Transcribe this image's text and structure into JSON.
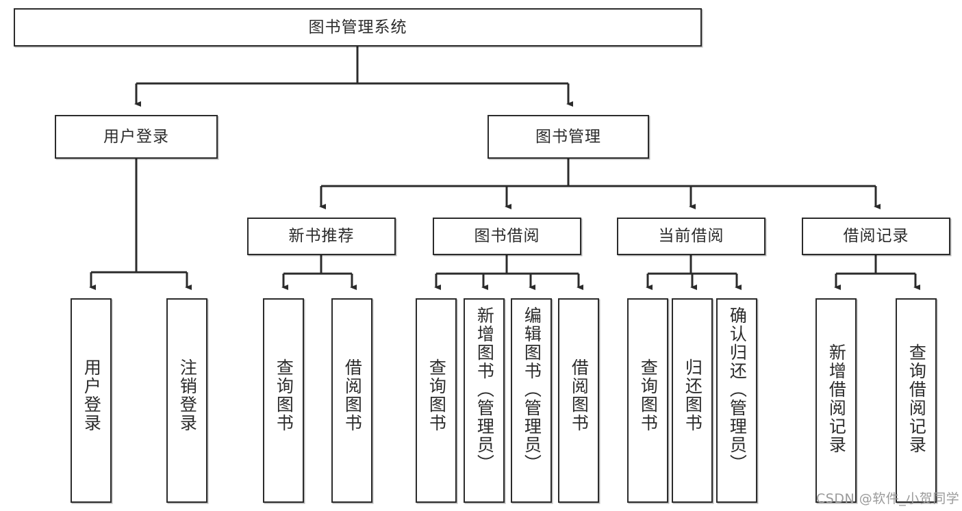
{
  "diagram": {
    "title": "图书管理系统",
    "type": "tree-hierarchy-diagram",
    "colors": {
      "box_border": "#2b2b2b",
      "box_fill": "#ffffff",
      "connector": "#2b2b2b",
      "watermark": "#9a9a9a",
      "background": "#ffffff"
    },
    "root": {
      "id": "root",
      "label": "图书管理系统",
      "orientation": "horizontal"
    },
    "level1": [
      {
        "id": "user-login",
        "label": "用户登录",
        "orientation": "horizontal"
      },
      {
        "id": "book-management",
        "label": "图书管理",
        "orientation": "horizontal"
      }
    ],
    "level2": [
      {
        "id": "new-book-recommend",
        "label": "新书推荐",
        "orientation": "horizontal",
        "parent": "book-management"
      },
      {
        "id": "book-borrow",
        "label": "图书借阅",
        "orientation": "horizontal",
        "parent": "book-management"
      },
      {
        "id": "current-borrow",
        "label": "当前借阅",
        "orientation": "horizontal",
        "parent": "book-management"
      },
      {
        "id": "borrow-record",
        "label": "借阅记录",
        "orientation": "horizontal",
        "parent": "book-management"
      }
    ],
    "leaves": [
      {
        "id": "leaf-user-login",
        "label": "用户登录",
        "parent": "user-login",
        "orientation": "vertical"
      },
      {
        "id": "leaf-user-logout",
        "label": "注销登录",
        "parent": "user-login",
        "orientation": "vertical"
      },
      {
        "id": "leaf-query-book-1",
        "label": "查询图书",
        "parent": "new-book-recommend",
        "orientation": "vertical"
      },
      {
        "id": "leaf-borrow-book-1",
        "label": "借阅图书",
        "parent": "new-book-recommend",
        "orientation": "vertical"
      },
      {
        "id": "leaf-query-book-2",
        "label": "查询图书",
        "parent": "book-borrow",
        "orientation": "vertical"
      },
      {
        "id": "leaf-add-book",
        "label": "新增图书（管理员）",
        "parent": "book-borrow",
        "orientation": "vertical"
      },
      {
        "id": "leaf-edit-book",
        "label": "编辑图书（管理员）",
        "parent": "book-borrow",
        "orientation": "vertical"
      },
      {
        "id": "leaf-borrow-book-2",
        "label": "借阅图书",
        "parent": "book-borrow",
        "orientation": "vertical"
      },
      {
        "id": "leaf-query-book-3",
        "label": "查询图书",
        "parent": "current-borrow",
        "orientation": "vertical"
      },
      {
        "id": "leaf-return-book",
        "label": "归还图书",
        "parent": "current-borrow",
        "orientation": "vertical"
      },
      {
        "id": "leaf-confirm-return",
        "label": "确认归还（管理员）",
        "parent": "current-borrow",
        "orientation": "vertical"
      },
      {
        "id": "leaf-add-record",
        "label": "新增借阅记录",
        "parent": "borrow-record",
        "orientation": "vertical"
      },
      {
        "id": "leaf-query-record",
        "label": "查询借阅记录",
        "parent": "borrow-record",
        "orientation": "vertical"
      }
    ]
  },
  "watermark": {
    "text": "CSDN @软件_小贺同学"
  }
}
